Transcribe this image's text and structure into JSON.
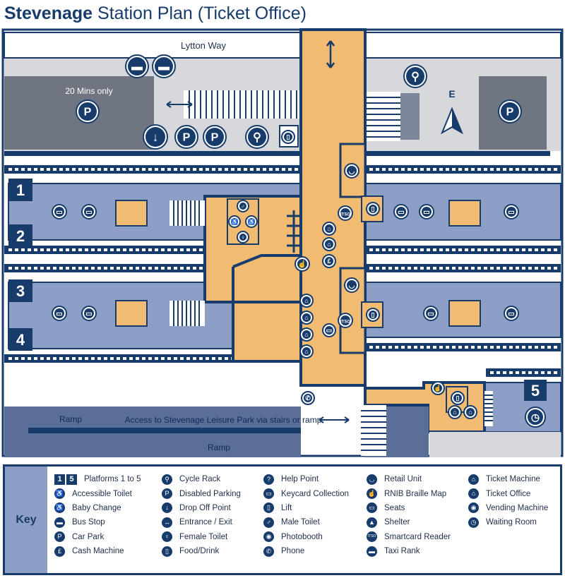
{
  "title": {
    "bold": "Stevenage",
    "rest": "Station Plan (Ticket Office)"
  },
  "map": {
    "road_label": "Lytton Way",
    "parking_note": "20 Mins only",
    "compass_label": "E",
    "access_label": "Access to Stevenage Leisure Park via stairs or ramp",
    "ramp_label": "Ramp",
    "platforms": [
      "1",
      "2",
      "3",
      "4",
      "5"
    ],
    "icon_glyphs": {
      "car-park": "P",
      "cash-machine": "£",
      "smartcard-reader": "ITSO",
      "help-point": "?",
      "drop-off-point": "↓",
      "bus-stop": "▬",
      "taxi-rank": "▬",
      "cycle-rack": "⚲",
      "disabled-parking": "P",
      "male-toilet": "♂",
      "female-toilet": "♀",
      "lift": "▯",
      "seats": "▭",
      "food-drink": "▯",
      "shelter": "▲",
      "retail-unit": "◡",
      "ticket-office": "⌂",
      "ticket-machine": "⌂",
      "keycard-collection": "▭",
      "phone": "✆",
      "accessible-toilet": "♿",
      "baby-change": "♿",
      "rnib-braille-map": "☝",
      "waiting-room": "◷",
      "vending-machine": "◉",
      "photobooth": "◉",
      "entrance-exit": "↔"
    }
  },
  "key": {
    "label": "Key",
    "columns": [
      [
        {
          "icon": "platforms",
          "badges": [
            "1",
            "5"
          ],
          "label": "Platforms 1 to 5"
        },
        {
          "icon": "accessible-toilet-icon",
          "glyph": "♿",
          "label": "Accessible Toilet"
        },
        {
          "icon": "baby-change-icon",
          "glyph": "♿",
          "label": "Baby Change"
        },
        {
          "icon": "bus-stop-icon",
          "glyph": "▬",
          "label": "Bus Stop"
        },
        {
          "icon": "car-park-icon",
          "glyph": "P",
          "label": "Car Park"
        },
        {
          "icon": "cash-machine-icon",
          "glyph": "£",
          "label": "Cash Machine"
        }
      ],
      [
        {
          "icon": "cycle-rack-icon",
          "glyph": "⚲",
          "label": "Cycle Rack"
        },
        {
          "icon": "disabled-parking-icon",
          "glyph": "P",
          "label": "Disabled Parking"
        },
        {
          "icon": "drop-off-point-icon",
          "glyph": "↓",
          "label": "Drop Off Point"
        },
        {
          "icon": "entrance-exit-icon",
          "glyph": "↔",
          "label": "Entrance / Exit"
        },
        {
          "icon": "female-toilet-icon",
          "glyph": "♀",
          "label": "Female Toilet"
        },
        {
          "icon": "food-drink-icon",
          "glyph": "▯",
          "label": "Food/Drink"
        }
      ],
      [
        {
          "icon": "help-point-icon",
          "glyph": "?",
          "label": "Help Point"
        },
        {
          "icon": "keycard-collection-icon",
          "glyph": "▭",
          "label": "Keycard Collection"
        },
        {
          "icon": "lift-icon",
          "glyph": "▯",
          "label": "Lift"
        },
        {
          "icon": "male-toilet-icon",
          "glyph": "♂",
          "label": "Male Toilet"
        },
        {
          "icon": "photobooth-icon",
          "glyph": "◉",
          "label": "Photobooth"
        },
        {
          "icon": "phone-icon",
          "glyph": "✆",
          "label": "Phone"
        }
      ],
      [
        {
          "icon": "retail-unit-icon",
          "glyph": "◡",
          "label": "Retail Unit"
        },
        {
          "icon": "rnib-braille-map-icon",
          "glyph": "☝",
          "label": "RNIB Braille Map"
        },
        {
          "icon": "seats-icon",
          "glyph": "▭",
          "label": "Seats"
        },
        {
          "icon": "shelter-icon",
          "glyph": "▲",
          "label": "Shelter"
        },
        {
          "icon": "smartcard-reader-icon",
          "glyph": "ITSO",
          "label": "Smartcard Reader"
        },
        {
          "icon": "taxi-rank-icon",
          "glyph": "▬",
          "label": "Taxi Rank"
        }
      ],
      [
        {
          "icon": "ticket-machine-icon",
          "glyph": "⌂",
          "label": "Ticket Machine"
        },
        {
          "icon": "ticket-office-icon",
          "glyph": "⌂",
          "label": "Ticket Office"
        },
        {
          "icon": "vending-machine-icon",
          "glyph": "◉",
          "label": "Vending Machine"
        },
        {
          "icon": "waiting-room-icon",
          "glyph": "◷",
          "label": "Waiting Room"
        }
      ]
    ]
  },
  "colors": {
    "navy": "#173c6b",
    "platform_blue": "#8d9fc4",
    "concourse_orange": "#f1bc72",
    "car_park_grey": "#6f7681",
    "forecourt_grey": "#d6d8db",
    "ramp_blue": "#5a6f98"
  }
}
